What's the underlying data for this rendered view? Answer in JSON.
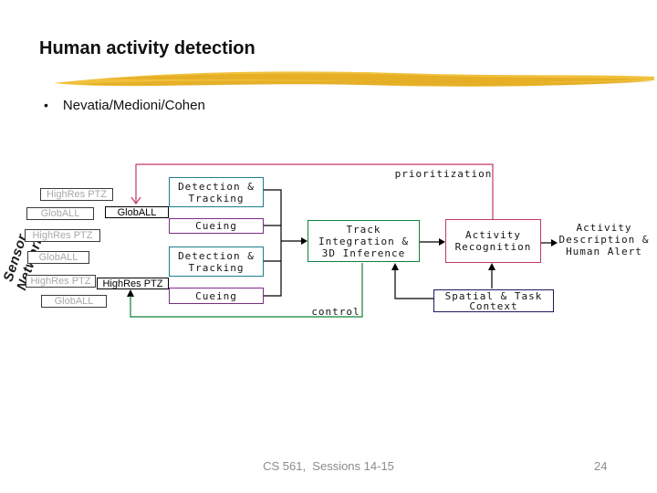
{
  "slide": {
    "title": "Human activity detection",
    "bullet_marker": "•",
    "bullet_text": "Nevatia/Medioni/Cohen",
    "footer_course": "CS 561,  Sessions 14-15",
    "footer_page": "24"
  },
  "diagram": {
    "sensor_network_label": "Sensor Network",
    "sensor_stack": [
      {
        "label": "HighRes PTZ"
      },
      {
        "label": "GlobALL"
      },
      {
        "label": "HighRes PTZ"
      },
      {
        "label": "GlobALL"
      },
      {
        "label": "HighRes PTZ"
      },
      {
        "label": "GlobALL"
      }
    ],
    "selected_sensors": {
      "globall": "GlobALL",
      "highres": "HighRes PTZ"
    },
    "boxes": {
      "detection_tracking_1": "Detection &\nTracking",
      "cueing_1": "Cueing",
      "detection_tracking_2": "Detection &\nTracking",
      "cueing_2": "Cueing",
      "track_integration": "Track\nIntegration &\n3D Inference",
      "activity_recognition": "Activity\nRecognition",
      "spatial_task_context": "Spatial & Task\nContext"
    },
    "output_label": "Activity\nDescription &\nHuman Alert",
    "feedback_labels": {
      "prioritization": "prioritization",
      "control": "control"
    }
  },
  "colors": {
    "detection_border": "#1b7f8e",
    "cueing_border": "#7d2b86",
    "track_border": "#108038",
    "activity_border": "#c23a5f",
    "context_border": "#1a1a60",
    "prioritization_line": "#c23a5f",
    "control_line": "#108038",
    "brush_gold": "#f0c13c",
    "sensor_text_gray": "#a9a9a9",
    "footer_gray": "#8c8c8c"
  }
}
